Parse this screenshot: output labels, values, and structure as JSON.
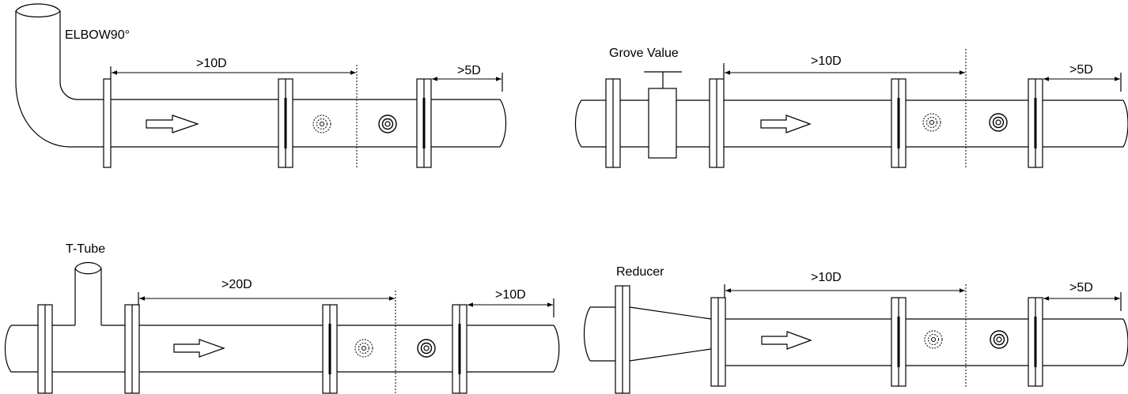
{
  "panels": [
    {
      "id": "elbow",
      "fitting_label": "ELBOW90°",
      "upstream_label": ">10D",
      "downstream_label": ">5D"
    },
    {
      "id": "valve",
      "fitting_label": "Grove Value",
      "upstream_label": ">10D",
      "downstream_label": ">5D"
    },
    {
      "id": "ttube",
      "fitting_label": "T-Tube",
      "upstream_label": ">20D",
      "downstream_label": ">10D"
    },
    {
      "id": "reducer",
      "fitting_label": "Reducer",
      "upstream_label": ">10D",
      "downstream_label": ">5D"
    }
  ]
}
